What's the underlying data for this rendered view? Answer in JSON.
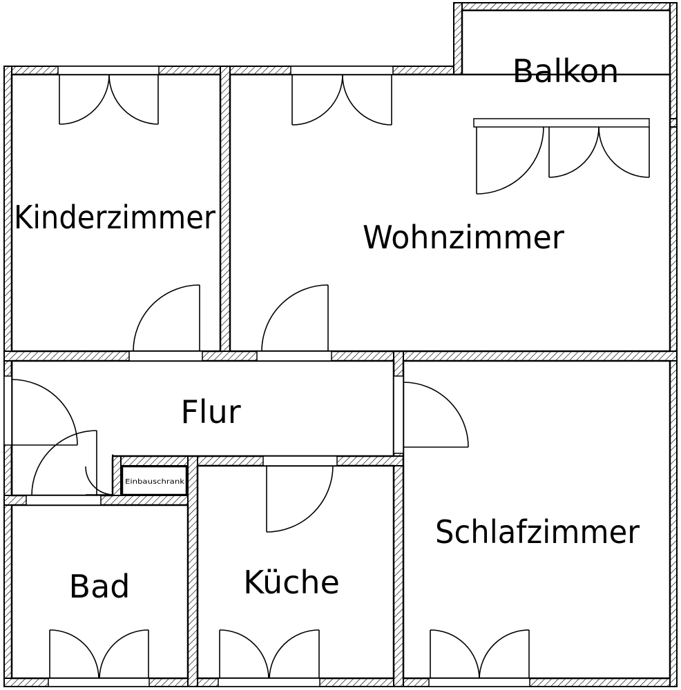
{
  "rooms": {
    "balkon": "Balkon",
    "kinderzimmer": "Kinderzimmer",
    "wohnzimmer": "Wohnzimmer",
    "flur": "Flur",
    "einbauschrank": "Einbauschrank",
    "schlafzimmer": "Schlafzimmer",
    "bad": "Bad",
    "kueche": "Küche"
  }
}
